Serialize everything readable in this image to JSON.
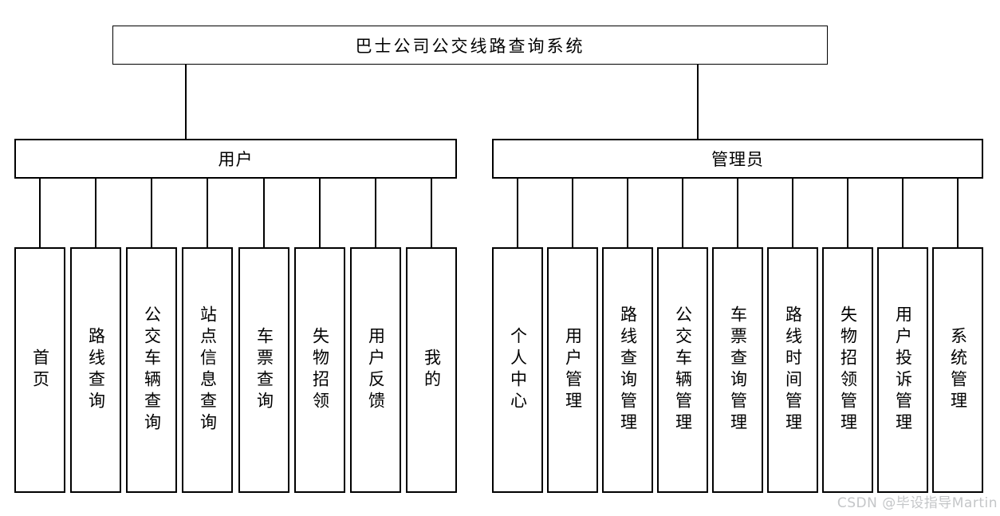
{
  "diagram": {
    "title": "巴士公司公交线路查询系统",
    "watermark": "CSDN @毕设指导Martin",
    "colors": {
      "line": "#000000",
      "background": "#ffffff",
      "watermark": "#c4c6c8"
    },
    "branches": [
      {
        "id": "user",
        "label": "用户",
        "children": [
          "首页",
          "路线查询",
          "公交车辆查询",
          "站点信息查询",
          "车票查询",
          "失物招领",
          "用户反馈",
          "我的"
        ]
      },
      {
        "id": "admin",
        "label": "管理员",
        "children": [
          "个人中心",
          "用户管理",
          "路线查询管理",
          "公交车辆管理",
          "车票查询管理",
          "路线时间管理",
          "失物招领管理",
          "用户投诉管理",
          "系统管理"
        ]
      }
    ]
  }
}
